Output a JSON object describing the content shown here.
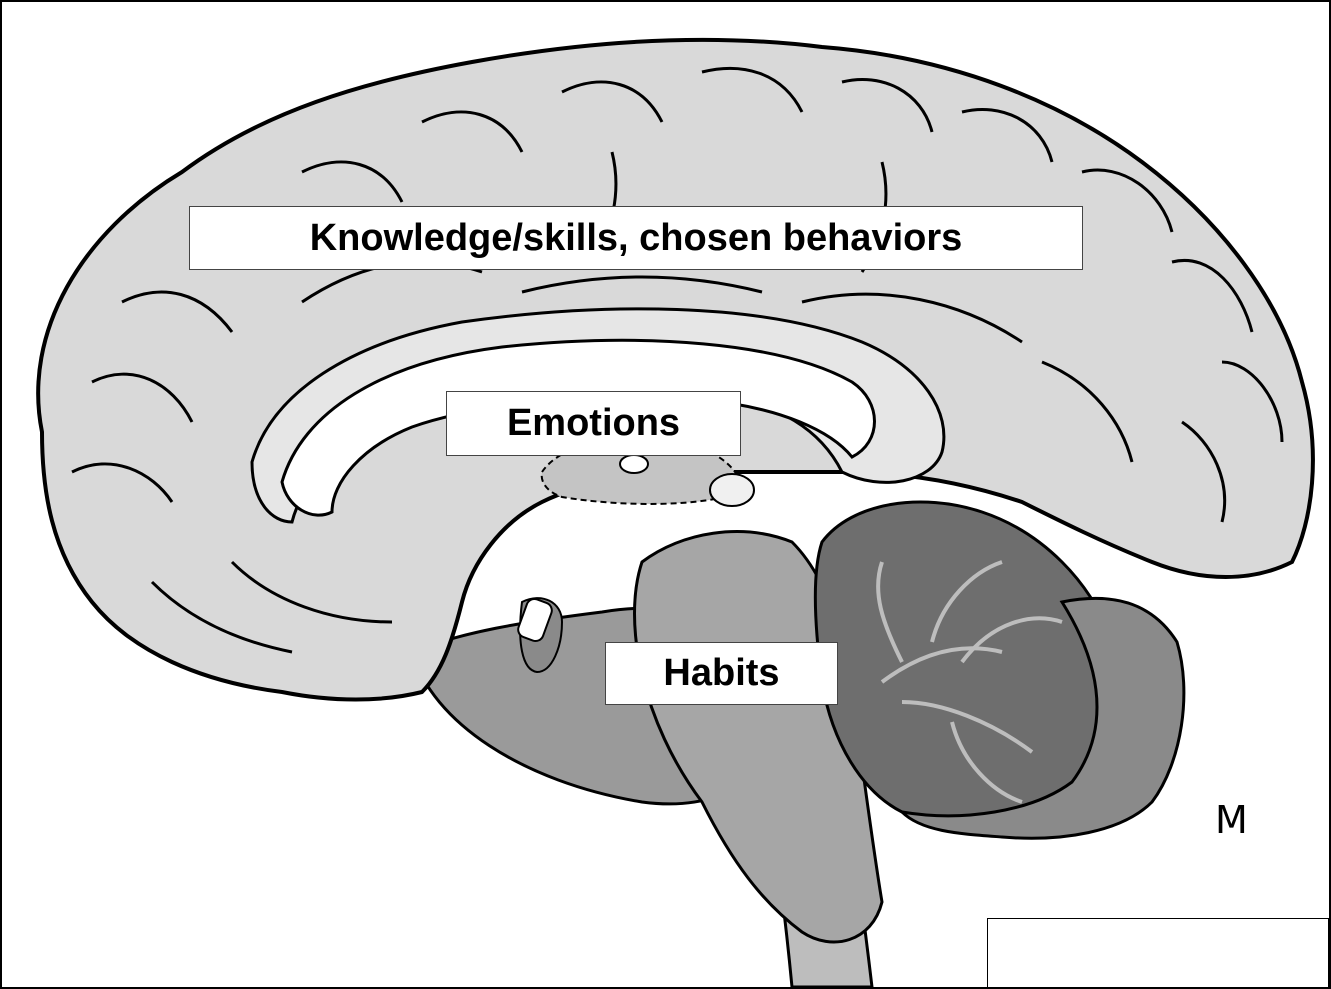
{
  "labels": {
    "knowledge": "Knowledge/skills, chosen behaviors",
    "emotions": "Emotions",
    "habits": "Habits"
  },
  "corner_letter": "M",
  "colors": {
    "cortex": "#d9d9d9",
    "corpus_callosum": "#ffffff",
    "brainstem": "#9a9a9a",
    "cerebellum": "#6e6e6e",
    "outline": "#000000"
  }
}
